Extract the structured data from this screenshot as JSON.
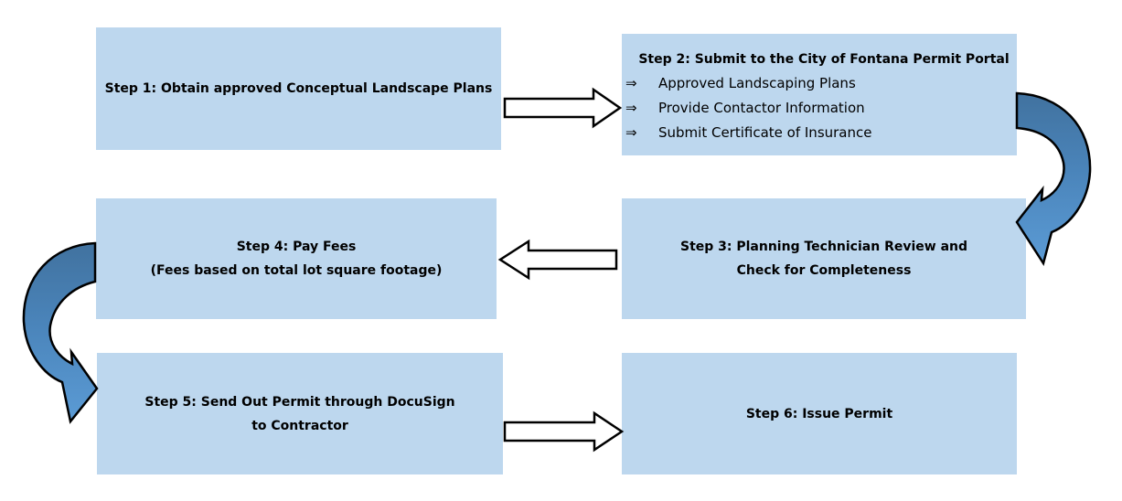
{
  "steps": {
    "step1": {
      "lines": [
        "Step 1: Obtain approved Conceptual Landscape Plans"
      ]
    },
    "step2": {
      "title": "Step 2: Submit to the City of Fontana Permit Portal",
      "items": [
        {
          "bullet": "⇒",
          "text": "Approved Landscaping Plans"
        },
        {
          "bullet": "⇒",
          "text": "Provide Contactor Information"
        },
        {
          "bullet": "⇒",
          "text": "Submit Certificate of Insurance"
        }
      ]
    },
    "step3": {
      "lines": [
        "Step 3: Planning Technician Review and",
        "Check for Completeness"
      ]
    },
    "step4": {
      "lines": [
        "Step 4: Pay Fees",
        "(Fees based on total lot square footage)"
      ]
    },
    "step5": {
      "lines": [
        "Step 5: Send Out Permit through DocuSign",
        "to Contractor"
      ]
    },
    "step6": {
      "lines": [
        "Step 6: Issue Permit"
      ]
    }
  },
  "colors": {
    "box_fill": "#bdd7ee",
    "curved_arrow_dark": "#41729f",
    "curved_arrow_light": "#5b9bd5",
    "block_arrow_fill": "#ffffff",
    "outline": "#000000"
  }
}
